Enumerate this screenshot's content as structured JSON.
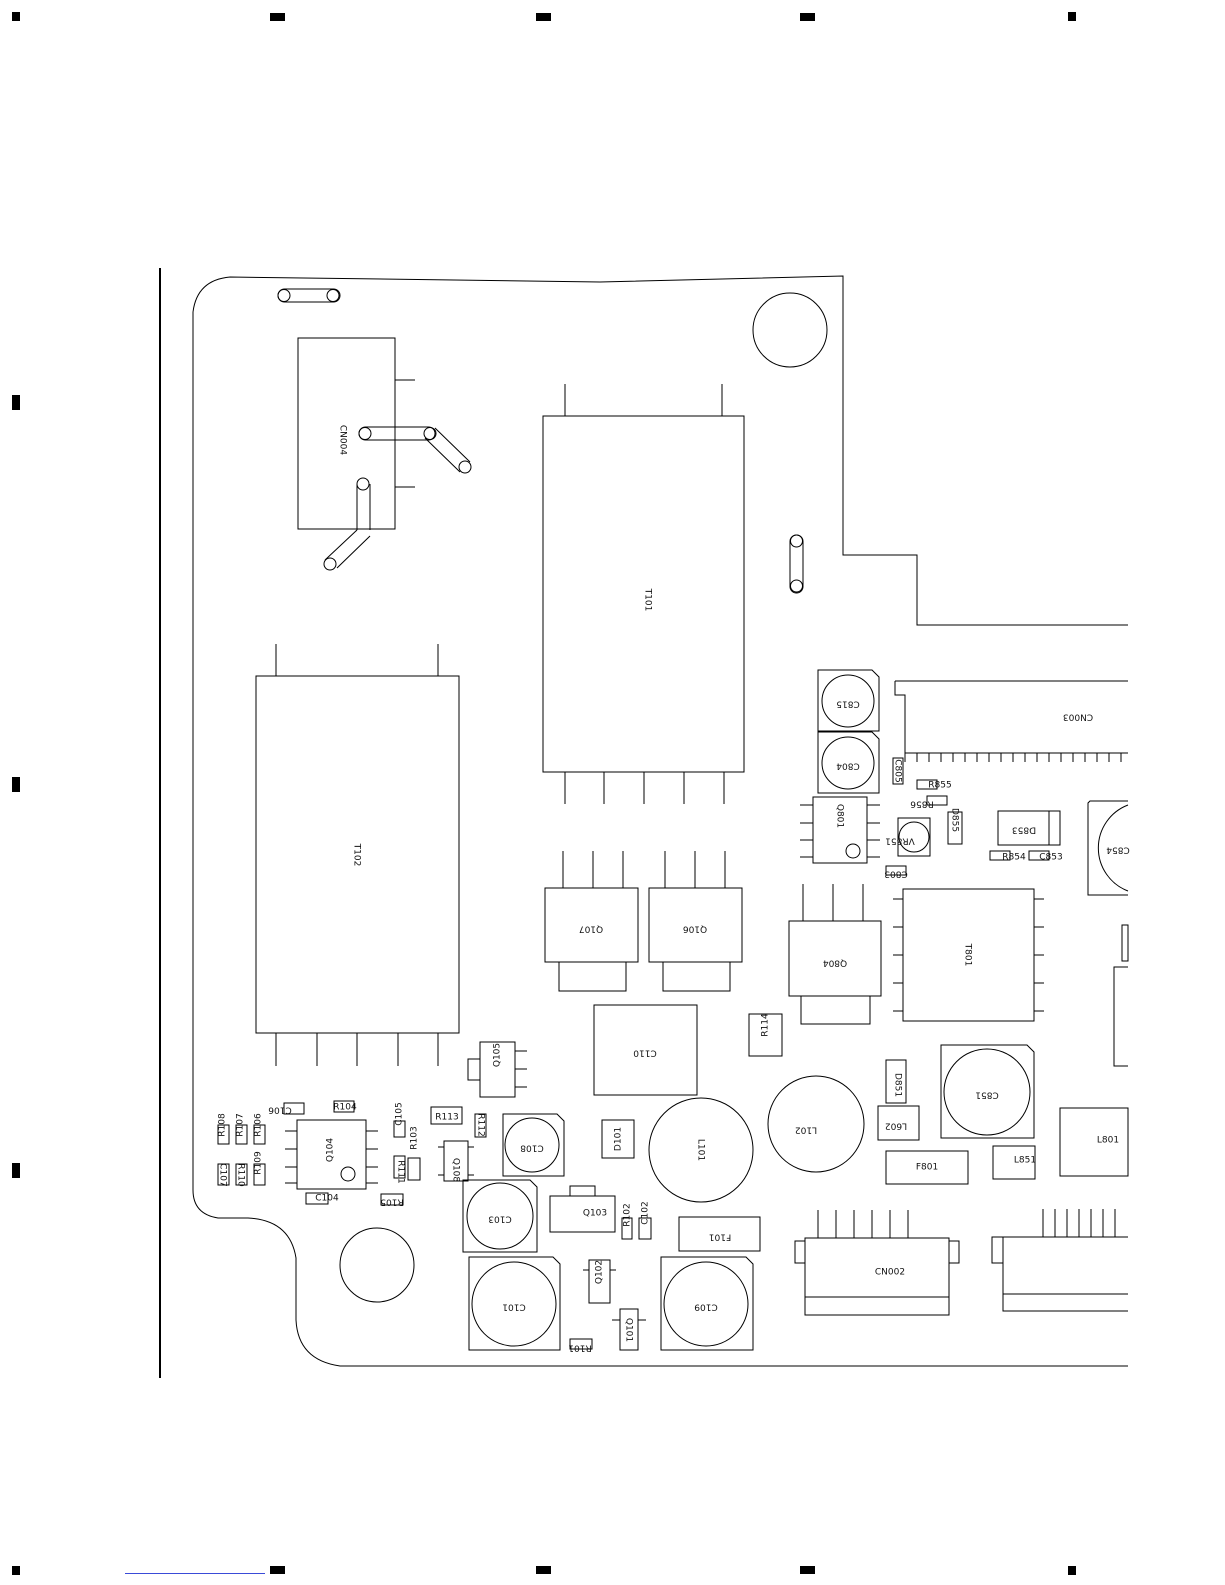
{
  "board": {
    "transformers": [
      {
        "ref": "T101"
      },
      {
        "ref": "T102"
      },
      {
        "ref": "T801"
      }
    ],
    "connectors": [
      {
        "ref": "CN004"
      },
      {
        "ref": "CN003"
      },
      {
        "ref": "CN002"
      }
    ],
    "capacitors": [
      "C815",
      "C804",
      "C805",
      "C803",
      "C851",
      "C853",
      "C108",
      "C103",
      "C101",
      "C109",
      "C105",
      "C106",
      "C104",
      "C107",
      "C102",
      "C110"
    ],
    "transistors": [
      "Q801",
      "Q804",
      "Q107",
      "Q106",
      "Q105",
      "Q104",
      "Q108",
      "Q103",
      "Q102",
      "Q101"
    ],
    "resistors": [
      "R855",
      "R856",
      "R854",
      "R114",
      "R113",
      "R112",
      "R111",
      "R104",
      "R108",
      "R107",
      "R106",
      "R109",
      "R110",
      "R105",
      "R103",
      "R102",
      "R101"
    ],
    "diodes": [
      "D855",
      "D853",
      "D851",
      "D101"
    ],
    "inductors": [
      "L101",
      "L102",
      "L602",
      "L851",
      "L801"
    ],
    "fuses": [
      "F801",
      "F101"
    ],
    "variable_resistors": [
      "VR851"
    ],
    "partial": [
      "C854"
    ]
  }
}
